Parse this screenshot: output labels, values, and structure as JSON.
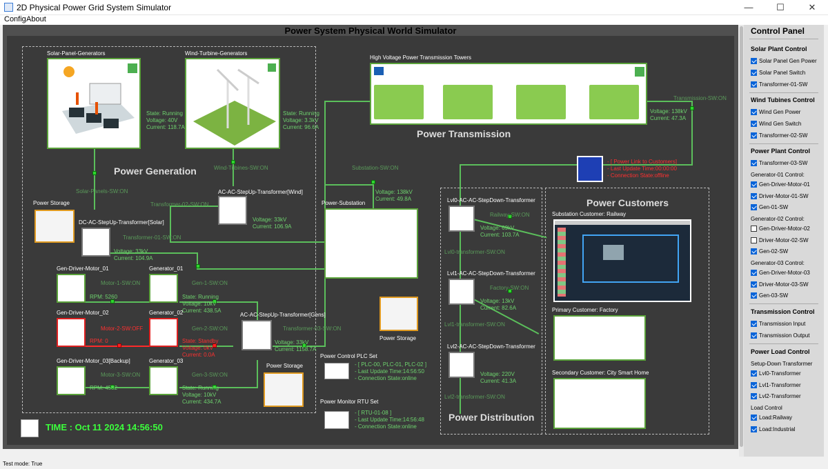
{
  "window": {
    "title": "2D Physical Power Grid System Simulator",
    "minimize": "—",
    "maximize": "☐",
    "close": "✕"
  },
  "menu": {
    "config": "Config",
    "about": "About"
  },
  "canvas": {
    "title": "Power System Physical World Simulator",
    "sections": {
      "generation": "Power Generation",
      "transmission": "Power Transmission",
      "distribution": "Power Distribution",
      "customers": "Power Customers"
    },
    "solar": {
      "label": "Solar-Panel-Generators",
      "state": "State: Running",
      "voltage": "Voltage: 40V",
      "current": "Current: 118.7A",
      "switch": "Solar-Panels-SW:ON"
    },
    "wind": {
      "label": "Wind-Turbine-Generators",
      "state": "State: Running",
      "voltage": "Voltage: 3.3kV",
      "current": "Current: 96.6A",
      "switch": "Wind-Tubines-SW:ON"
    },
    "storage": {
      "label": "Power Storage"
    },
    "tf_solar": {
      "label": "DC-AC-StepUp-Transformer[Solar]",
      "voltage": "Voltage: 33kV",
      "current": "Current: 104.9A",
      "switch": "Transformer-01-SW:ON"
    },
    "tf_wind": {
      "label": "AC-AC-StepUp-Transformer[Wind]",
      "voltage": "Voltage: 33kV",
      "current": "Current: 106.9A",
      "switch": "Transformer-02-SW:ON"
    },
    "tf_gens": {
      "label": "AC-AC-StepUp-Transformer[Gens]",
      "voltage": "Voltage: 33kV",
      "current": "Current: 1158.7A",
      "switch": "Transformer-03-SW:ON"
    },
    "motor1": {
      "label": "Gen-Driver-Motor_01",
      "rpm": "RPM: 5260",
      "switch": "Motor-1-SW:ON"
    },
    "motor2": {
      "label": "Gen-Driver-Motor_02",
      "rpm": "RPM: 0",
      "switch": "Motor-2-SW:OFF"
    },
    "motor3": {
      "label": "Gen-Driver-Motor_03[Backup]",
      "rpm": "RPM: 4582",
      "switch": "Motor-3-SW:ON"
    },
    "gen1": {
      "label": "Generator_01",
      "state": "State: Running",
      "voltage": "Voltage: 10kV",
      "current": "Current: 438.5A",
      "switch": "Gen-1-SW:ON"
    },
    "gen2": {
      "label": "Generator_02",
      "state": "State: Standby",
      "voltage": "Voltage: 0kV",
      "current": "Current: 0.0A",
      "switch": "Gen-2-SW:ON"
    },
    "gen3": {
      "label": "Generator_03",
      "state": "State: Running",
      "voltage": "Voltage: 10kV",
      "current": "Current: 434.7A",
      "switch": "Gen-3-SW:ON"
    },
    "transmission": {
      "label": "High Voltage Power Transmission Towers",
      "voltage": "Voltage: 138kV",
      "current": "Current: 47.3A",
      "switch": "Transmission-SW:ON"
    },
    "substation": {
      "label": "Power-Substation",
      "voltage": "Voltage: 138kV",
      "current": "Current: 49.8A",
      "switch": "Substation-SW:ON"
    },
    "link": {
      "line1": "- [ Power Link to Customers]",
      "line2": "- Last Update Time:00:00:00",
      "line3": "- Connection State:offline"
    },
    "plc": {
      "title": "Power Control PLC Set",
      "ids": "- [ PLC-00, PLC-01, PLC-02 ]",
      "time": "- Last Update Time:14:56:50",
      "state": "- Connection State:online"
    },
    "rtu": {
      "title": "Power Monitor RTU Set",
      "ids": "- [ RTU-01-08 ]",
      "time": "- Last Update Time:14:56:48",
      "state": "- Connection State:online"
    },
    "time": "TIME : Oct 11 2024 14:56:50",
    "lvl0": {
      "label": "Lvl0-AC-AC-StepDown-Transformer",
      "voltage": "Voltage: 69kV",
      "current": "Current: 103.7A",
      "switch_rail": "Railway-SW:ON",
      "switch": "Lvl0-transformer-SW:ON"
    },
    "lvl1": {
      "label": "Lvl1-AC-AC-StepDown-Transformer",
      "voltage": "Voltage: 13kV",
      "current": "Current: 82.6A",
      "switch_fac": "Factory-SW:ON",
      "switch": "Lvl1-transformer-SW:ON"
    },
    "lvl2": {
      "label": "Lvl2-AC-AC-StepDown-Transformer",
      "voltage": "Voltage: 220V",
      "current": "Current: 41.3A",
      "switch": "Lvl2-transformer-SW:ON"
    },
    "cust_rail": "Substation Customer: Railway",
    "cust_factory": "Primary Customer: Factory",
    "cust_home": "Secondary Customer: City Smart Home"
  },
  "control": {
    "title": "Control Panel",
    "solar": {
      "title": "Solar Plant Control",
      "items": [
        {
          "label": "Solar Panel Gen Power",
          "on": true
        },
        {
          "label": "Solar Panel Switch",
          "on": true
        },
        {
          "label": "Transformer-01-SW",
          "on": true
        }
      ]
    },
    "wind": {
      "title": "Wind Tubines Control",
      "items": [
        {
          "label": "Wind Gen Power",
          "on": true
        },
        {
          "label": "Wind Gen Switch",
          "on": true
        },
        {
          "label": "Transformer-02-SW",
          "on": true
        }
      ]
    },
    "plant": {
      "title": "Power Plant Control",
      "tf": {
        "label": "Transformer-03-SW",
        "on": true
      },
      "g1": {
        "title": "Generator-01 Control:",
        "items": [
          {
            "label": "Gen-Driver-Motor-01",
            "on": true
          },
          {
            "label": "Driver-Motor-01-SW",
            "on": true
          },
          {
            "label": "Gen-01-SW",
            "on": true
          }
        ]
      },
      "g2": {
        "title": "Generator-02 Control:",
        "items": [
          {
            "label": "Gen-Driver-Motor-02",
            "on": false
          },
          {
            "label": "Driver-Motor-02-SW",
            "on": false
          },
          {
            "label": "Gen-02-SW",
            "on": true
          }
        ]
      },
      "g3": {
        "title": "Generator-03 Control:",
        "items": [
          {
            "label": "Gen-Driver-Motor-03",
            "on": true
          },
          {
            "label": "Driver-Motor-03-SW",
            "on": true
          },
          {
            "label": "Gen-03-SW",
            "on": true
          }
        ]
      }
    },
    "trans": {
      "title": "Transmission Control",
      "items": [
        {
          "label": "Transmission Input",
          "on": true
        },
        {
          "label": "Transmission Output",
          "on": true
        }
      ]
    },
    "load": {
      "title": "Power Load Control",
      "sub1": "Setup-Down Transformer",
      "items1": [
        {
          "label": "Lvl0-Transformer",
          "on": true
        },
        {
          "label": "Lvl1-Transformer",
          "on": true
        },
        {
          "label": "Lvl2-Transformer",
          "on": true
        }
      ],
      "sub2": "Load Control",
      "items2": [
        {
          "label": "Load:Railway",
          "on": true
        },
        {
          "label": "Load:Industrial",
          "on": true
        }
      ]
    }
  },
  "status": "Test mode: True"
}
